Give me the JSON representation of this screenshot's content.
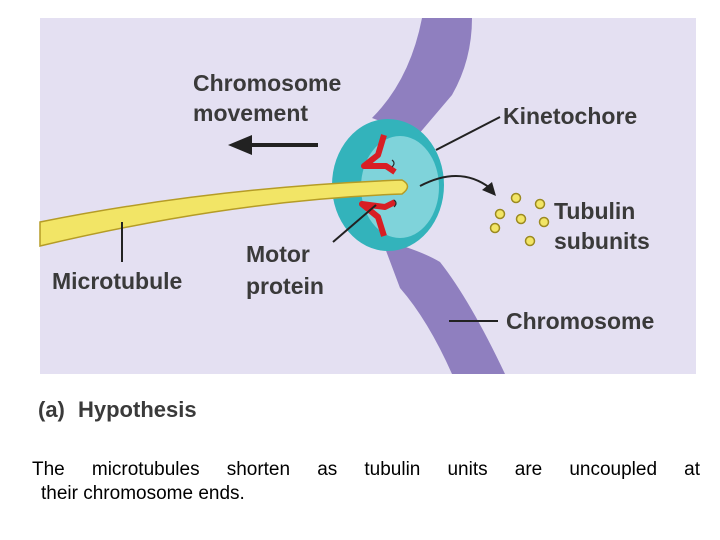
{
  "figure": {
    "labels": {
      "chromosome_movement_line1": "Chromosome",
      "chromosome_movement_line2": "movement",
      "kinetochore": "Kinetochore",
      "tubulin_line1": "Tubulin",
      "tubulin_line2": "subunits",
      "motor_line1": "Motor",
      "motor_line2": "protein",
      "microtubule": "Microtubule",
      "chromosome": "Chromosome",
      "panel_letter": "(a)",
      "panel_title": "Hypothesis"
    },
    "colors": {
      "panel_background": "#e4e0f2",
      "chromosome": "#8f7fbf",
      "kinetochore_outer": "#33b3bb",
      "kinetochore_inner": "#7fd3da",
      "microtubule": "#f2e566",
      "motor_protein": "#d81e24",
      "tubulin_subunit": "#f2e566",
      "label_text": "#3a3a3a"
    }
  },
  "caption": {
    "line1": "The microtubules shorten as tubulin units are uncoupled at",
    "line2": "their chromosome ends."
  }
}
